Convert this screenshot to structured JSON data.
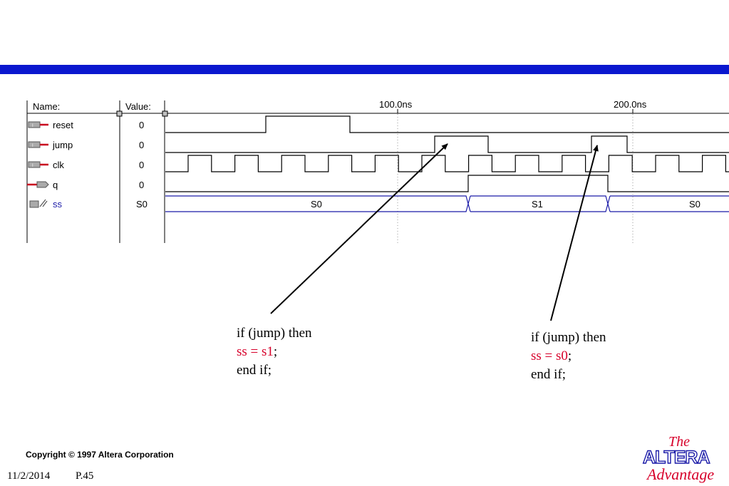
{
  "header": {
    "bar_color": "#0a17cf"
  },
  "waveform": {
    "name_header": "Name:",
    "value_header": "Value:",
    "time_markers": [
      "100.0ns",
      "200.0ns"
    ],
    "signals": [
      {
        "name": "reset",
        "value": "0",
        "type": "input"
      },
      {
        "name": "jump",
        "value": "0",
        "type": "input"
      },
      {
        "name": "clk",
        "value": "0",
        "type": "input"
      },
      {
        "name": "q",
        "value": "0",
        "type": "output"
      },
      {
        "name": "ss",
        "value": "S0",
        "type": "state"
      }
    ],
    "ss_states": [
      "S0",
      "S1",
      "S0"
    ]
  },
  "annotations": [
    {
      "line1": "if (jump) then",
      "line2_red": "ss = s1",
      "line2_tail": ";",
      "line3": "end if;"
    },
    {
      "line1": "if (jump) then",
      "line2_red": "ss = s0",
      "line2_tail": ";",
      "line3": "end if;"
    }
  ],
  "footer": {
    "copyright": "Copyright © 1997 Altera Corporation",
    "date": "11/2/2014",
    "page": "P.45"
  },
  "logo": {
    "top": "The",
    "main": "ALTERA",
    "bottom": "Advantage",
    "color": "#d7002a",
    "main_color": "#1a1aa8"
  }
}
